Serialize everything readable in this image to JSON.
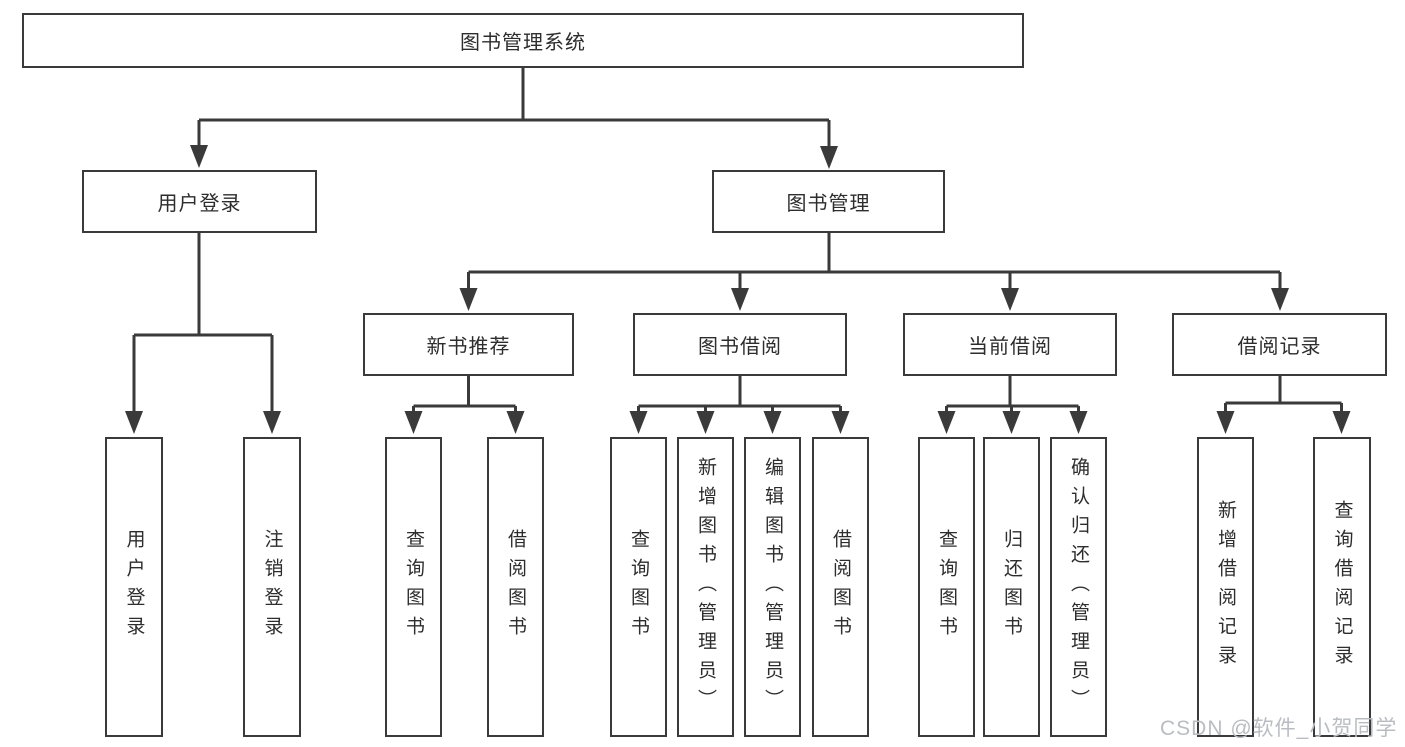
{
  "diagram": {
    "title": "图书管理系统",
    "root": {
      "label": "图书管理系统"
    },
    "level1": [
      {
        "label": "用户登录",
        "parent": "图书管理系统"
      },
      {
        "label": "图书管理",
        "parent": "图书管理系统"
      }
    ],
    "level2": [
      {
        "label": "新书推荐",
        "parent": "图书管理"
      },
      {
        "label": "图书借阅",
        "parent": "图书管理"
      },
      {
        "label": "当前借阅",
        "parent": "图书管理"
      },
      {
        "label": "借阅记录",
        "parent": "图书管理"
      }
    ],
    "leaves": [
      {
        "label": "用户登录",
        "parent": "用户登录"
      },
      {
        "label": "注销登录",
        "parent": "用户登录"
      },
      {
        "label": "查询图书",
        "parent": "新书推荐"
      },
      {
        "label": "借阅图书",
        "parent": "新书推荐"
      },
      {
        "label": "查询图书",
        "parent": "图书借阅"
      },
      {
        "label": "新增图书（管理员）",
        "parent": "图书借阅"
      },
      {
        "label": "编辑图书（管理员）",
        "parent": "图书借阅"
      },
      {
        "label": "借阅图书",
        "parent": "图书借阅"
      },
      {
        "label": "查询图书",
        "parent": "当前借阅"
      },
      {
        "label": "归还图书",
        "parent": "当前借阅"
      },
      {
        "label": "确认归还（管理员）",
        "parent": "当前借阅"
      },
      {
        "label": "新增借阅记录",
        "parent": "借阅记录"
      },
      {
        "label": "查询借阅记录",
        "parent": "借阅记录"
      }
    ]
  },
  "watermark": {
    "text": "CSDN @软件_小贺同学"
  },
  "colors": {
    "line": "#3a3a3a",
    "box_border": "#3a3a3a",
    "text": "#2d2d2d",
    "watermark": "#b9bdc2",
    "background": "#ffffff"
  }
}
